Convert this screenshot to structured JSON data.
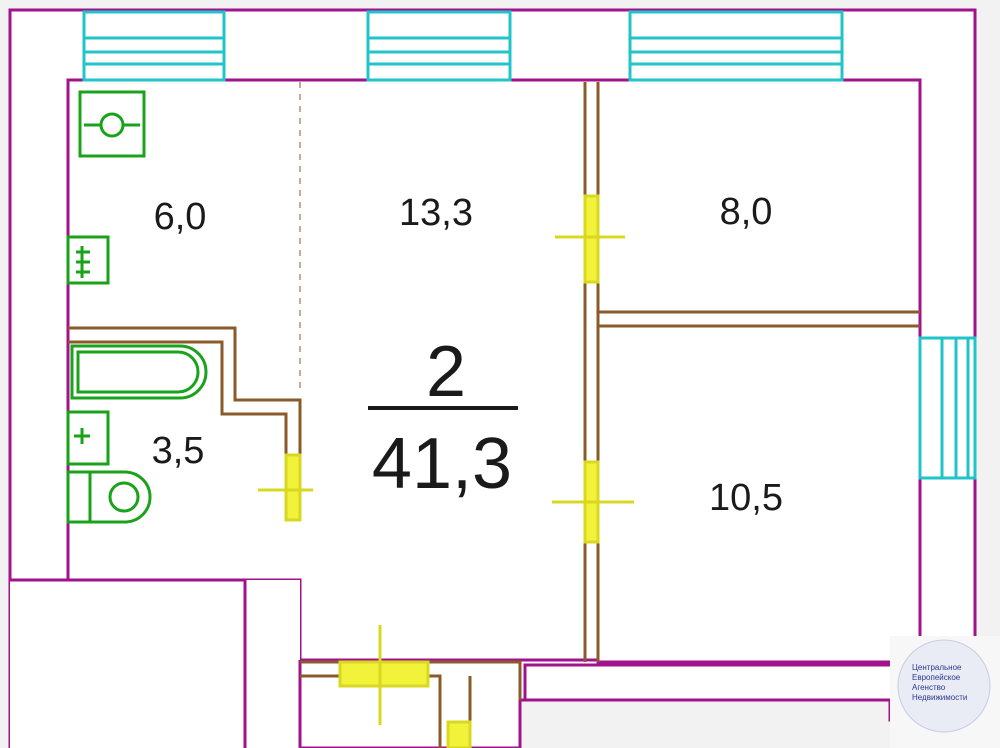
{
  "plan": {
    "rooms_count": "2",
    "total_area": "41,3",
    "rooms": [
      {
        "id": "kitchen",
        "area": "6,0"
      },
      {
        "id": "living",
        "area": "13,3"
      },
      {
        "id": "bedroom-top",
        "area": "8,0"
      },
      {
        "id": "bathroom",
        "area": "3,5"
      },
      {
        "id": "bedroom-bottom",
        "area": "10,5"
      }
    ]
  },
  "agency": {
    "line1": "Центральное",
    "line2": "Европейское",
    "line3": "Агенство",
    "line4": "Недвижимости"
  },
  "colors": {
    "wall_outline": "#a0138d",
    "interior_wall": "#8b5a2b",
    "window": "#21c5c9",
    "door": "#f2f23a",
    "fixture": "#1aa31a",
    "fill_room": "#ffffff",
    "wall_fill": "#ffffff"
  }
}
